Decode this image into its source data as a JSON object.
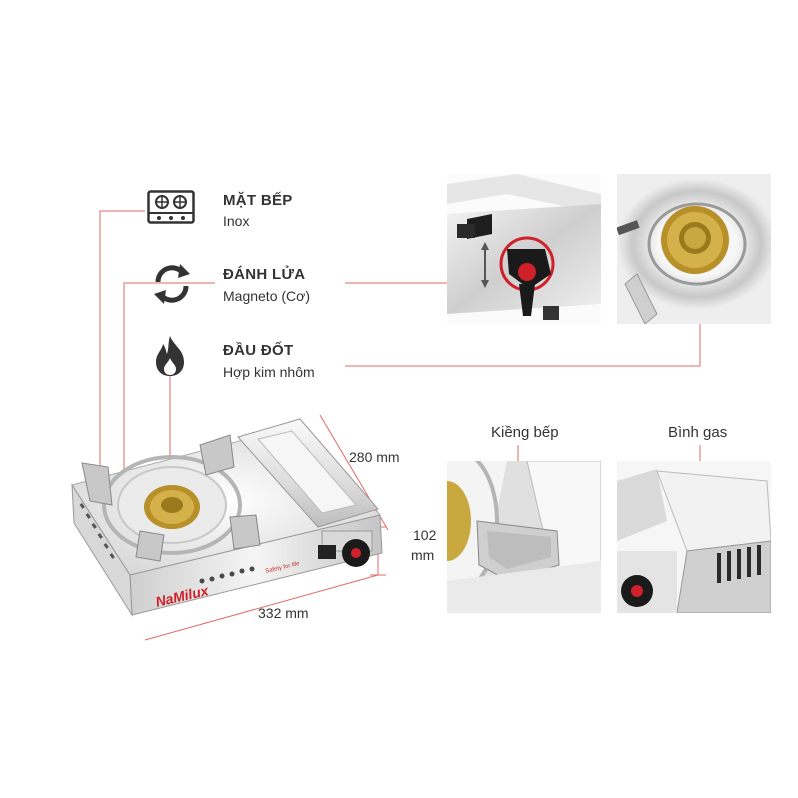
{
  "features": [
    {
      "title": "MẶT BẾP",
      "value": "Inox",
      "icon": "stove-top-icon"
    },
    {
      "title": "ĐÁNH LỬA",
      "value": "Magneto (Cơ)",
      "icon": "ignition-cycle-icon"
    },
    {
      "title": "ĐẦU ĐỐT",
      "value": "Hợp kim nhôm",
      "icon": "flame-icon"
    }
  ],
  "dimensions": {
    "depth": "280 mm",
    "height_value": "102",
    "height_unit": "mm",
    "width": "332 mm"
  },
  "callouts": {
    "pot_support": "Kiềng bếp",
    "gas_bottle": "Bình gas"
  },
  "product": {
    "brand": "NaMilux",
    "safety_text": "Safety for life"
  },
  "colors": {
    "accent_line": "#d9534f",
    "burner_gold": "#c9a227",
    "knob_red": "#d0202a"
  }
}
